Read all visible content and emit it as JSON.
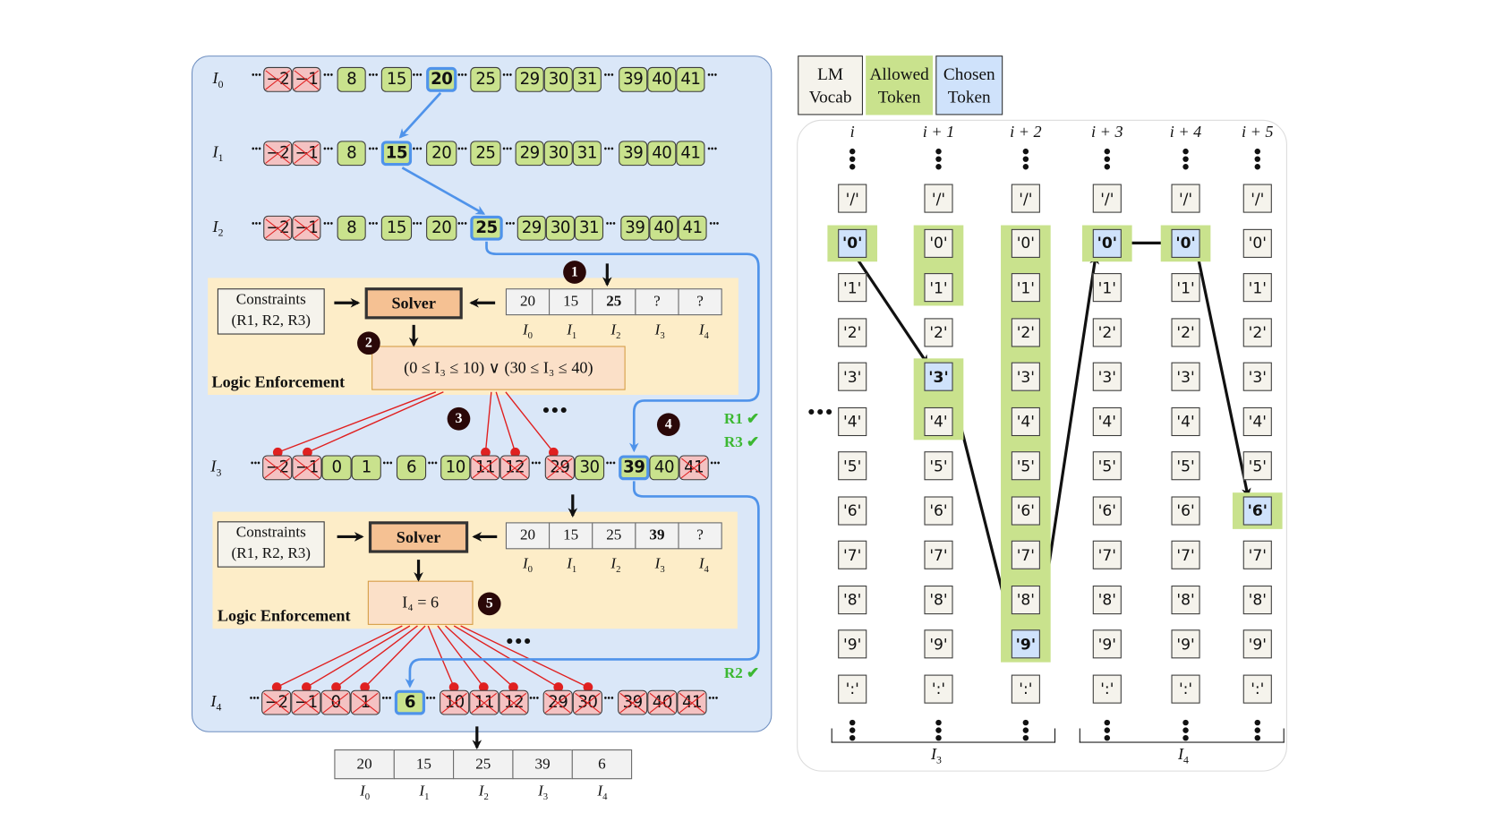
{
  "left": {
    "rows": [
      {
        "label": "I",
        "sub": "0",
        "tokens": [
          {
            "v": "−2",
            "s": "bad"
          },
          {
            "v": "−1",
            "s": "bad"
          },
          {
            "v": "8",
            "s": "ok"
          },
          {
            "v": "15",
            "s": "ok"
          },
          {
            "v": "20",
            "s": "chosen"
          },
          {
            "v": "25",
            "s": "ok"
          },
          {
            "v": "29",
            "s": "ok"
          },
          {
            "v": "30",
            "s": "ok"
          },
          {
            "v": "31",
            "s": "ok"
          },
          {
            "v": "39",
            "s": "ok"
          },
          {
            "v": "40",
            "s": "ok"
          },
          {
            "v": "41",
            "s": "ok"
          }
        ]
      },
      {
        "label": "I",
        "sub": "1",
        "tokens": [
          {
            "v": "−2",
            "s": "bad"
          },
          {
            "v": "−1",
            "s": "bad"
          },
          {
            "v": "8",
            "s": "ok"
          },
          {
            "v": "15",
            "s": "chosen"
          },
          {
            "v": "20",
            "s": "ok"
          },
          {
            "v": "25",
            "s": "ok"
          },
          {
            "v": "29",
            "s": "ok"
          },
          {
            "v": "30",
            "s": "ok"
          },
          {
            "v": "31",
            "s": "ok"
          },
          {
            "v": "39",
            "s": "ok"
          },
          {
            "v": "40",
            "s": "ok"
          },
          {
            "v": "41",
            "s": "ok"
          }
        ]
      },
      {
        "label": "I",
        "sub": "2",
        "tokens": [
          {
            "v": "−2",
            "s": "bad"
          },
          {
            "v": "−1",
            "s": "bad"
          },
          {
            "v": "8",
            "s": "ok"
          },
          {
            "v": "15",
            "s": "ok"
          },
          {
            "v": "20",
            "s": "ok"
          },
          {
            "v": "25",
            "s": "chosen"
          },
          {
            "v": "29",
            "s": "ok"
          },
          {
            "v": "30",
            "s": "ok"
          },
          {
            "v": "31",
            "s": "ok"
          },
          {
            "v": "39",
            "s": "ok"
          },
          {
            "v": "40",
            "s": "ok"
          },
          {
            "v": "41",
            "s": "ok"
          }
        ]
      },
      {
        "label": "I",
        "sub": "3",
        "tokens": [
          {
            "v": "−2",
            "s": "bad"
          },
          {
            "v": "−1",
            "s": "bad"
          },
          {
            "v": "0",
            "s": "ok"
          },
          {
            "v": "1",
            "s": "ok"
          },
          {
            "v": "6",
            "s": "ok"
          },
          {
            "v": "10",
            "s": "ok"
          },
          {
            "v": "11",
            "s": "bad"
          },
          {
            "v": "12",
            "s": "bad"
          },
          {
            "v": "29",
            "s": "bad"
          },
          {
            "v": "30",
            "s": "ok"
          },
          {
            "v": "39",
            "s": "chosen"
          },
          {
            "v": "40",
            "s": "ok"
          },
          {
            "v": "41",
            "s": "bad"
          }
        ]
      },
      {
        "label": "I",
        "sub": "4",
        "tokens": [
          {
            "v": "−2",
            "s": "bad"
          },
          {
            "v": "−1",
            "s": "bad"
          },
          {
            "v": "0",
            "s": "bad"
          },
          {
            "v": "1",
            "s": "bad"
          },
          {
            "v": "6",
            "s": "chosen"
          },
          {
            "v": "10",
            "s": "bad"
          },
          {
            "v": "11",
            "s": "bad"
          },
          {
            "v": "12",
            "s": "bad"
          },
          {
            "v": "29",
            "s": "bad"
          },
          {
            "v": "30",
            "s": "bad"
          },
          {
            "v": "39",
            "s": "bad"
          },
          {
            "v": "40",
            "s": "bad"
          },
          {
            "v": "41",
            "s": "bad"
          }
        ]
      }
    ],
    "enforcement": [
      {
        "label": "Logic Enforcement",
        "constraints_line1": "Constraints",
        "constraints_line2": "(R1, R2, R3)",
        "solver": "Solver",
        "values": [
          {
            "v": "20",
            "bold": false
          },
          {
            "v": "15",
            "bold": false
          },
          {
            "v": "25",
            "bold": true
          },
          {
            "v": "?",
            "bold": false
          },
          {
            "v": "?",
            "bold": false
          }
        ],
        "index_labels": [
          "0",
          "1",
          "2",
          "3",
          "4"
        ],
        "result": "(0 ≤ I₃ ≤ 10) ∨ (30 ≤ I₃ ≤ 40)",
        "step_solver": "2",
        "step_input": "1"
      },
      {
        "label": "Logic Enforcement",
        "constraints_line1": "Constraints",
        "constraints_line2": "(R1, R2, R3)",
        "solver": "Solver",
        "values": [
          {
            "v": "20",
            "bold": false
          },
          {
            "v": "15",
            "bold": false
          },
          {
            "v": "25",
            "bold": false
          },
          {
            "v": "39",
            "bold": true
          },
          {
            "v": "?",
            "bold": false
          }
        ],
        "index_labels": [
          "0",
          "1",
          "2",
          "3",
          "4"
        ],
        "result": "I₄ = 6",
        "step_result": "5"
      }
    ],
    "step_mask": "3",
    "step_choose": "4",
    "rule_checks": [
      "R1 ✔",
      "R3 ✔",
      "R2 ✔"
    ],
    "ellipsis": "•••",
    "final": {
      "values": [
        "20",
        "15",
        "25",
        "39",
        "6"
      ],
      "index_labels": [
        "0",
        "1",
        "2",
        "3",
        "4"
      ]
    }
  },
  "legend": {
    "vocab": [
      "LM",
      "Vocab"
    ],
    "allowed": [
      "Allowed",
      "Token"
    ],
    "chosen": [
      "Chosen",
      "Token"
    ],
    "colors": {
      "vocab": "#f5f3ec",
      "allowed": "#c9e28d",
      "chosen": "#cfe2fb"
    }
  },
  "right": {
    "columns": [
      "i",
      "i + 1",
      "i + 2",
      "i + 3",
      "i + 4",
      "i + 5"
    ],
    "vocab": [
      "'/'",
      "'0'",
      "'1'",
      "'2'",
      "'3'",
      "'4'",
      "'5'",
      "'6'",
      "'7'",
      "'8'",
      "'9'",
      "':'"
    ],
    "allowed": [
      [
        "'0'"
      ],
      [
        "'0'",
        "'1'",
        "'3'",
        "'4'"
      ],
      [
        "'0'",
        "'1'",
        "'2'",
        "'3'",
        "'4'",
        "'5'",
        "'6'",
        "'7'",
        "'8'",
        "'9'"
      ],
      [
        "'0'"
      ],
      [
        "'0'"
      ],
      [
        "'6'"
      ]
    ],
    "chosen": [
      "'0'",
      "'3'",
      "'9'",
      "'0'",
      "'0'",
      "'6'"
    ],
    "groups": [
      {
        "label": "I",
        "sub": "3"
      },
      {
        "label": "I",
        "sub": "4"
      }
    ],
    "side_ellipsis": "•••"
  }
}
